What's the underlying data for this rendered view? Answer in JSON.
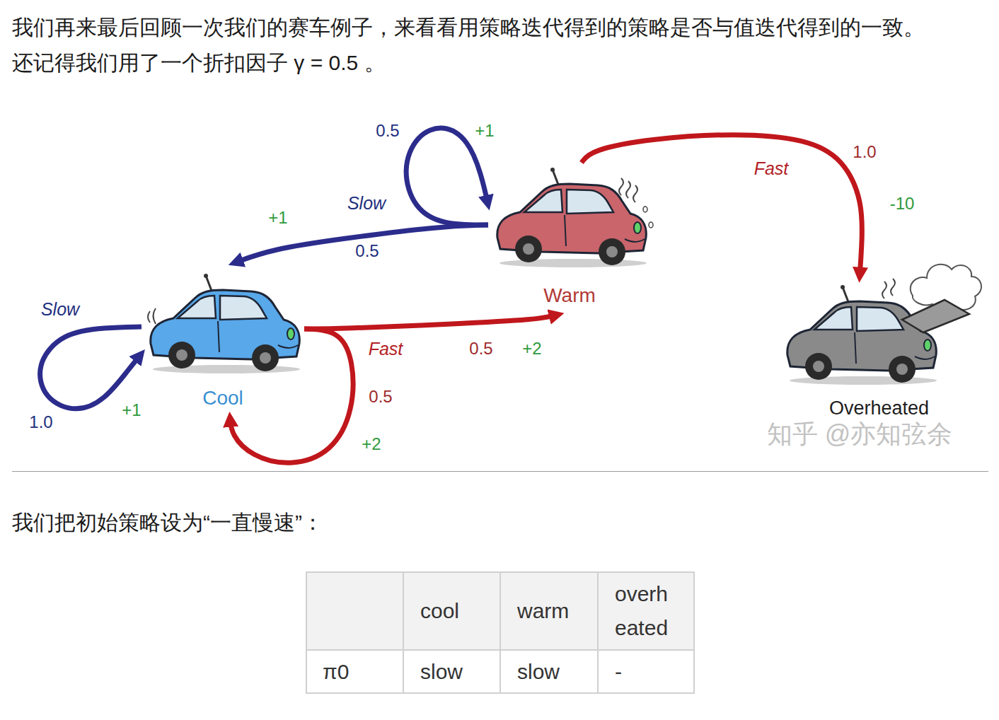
{
  "diagram": {
    "nodes": [
      {
        "text": [
          "Cool"
        ]
      },
      {
        "text": [
          "Warm"
        ]
      },
      {
        "text": [
          "Overheated"
        ]
      }
    ],
    "edges": [
      {
        "from": 0,
        "to": 0,
        "arrow": "to",
        "label": "Slow"
      },
      {
        "from": 0,
        "to": 1,
        "arrow": "to",
        "label": "Fast"
      },
      {
        "from": 0,
        "to": 0,
        "arrow": "to"
      },
      {
        "from": 1,
        "to": 1,
        "arrow": "to"
      },
      {
        "from": 1,
        "to": 0,
        "arrow": "to",
        "label": "Slow"
      },
      {
        "from": 1,
        "to": 2,
        "arrow": "to",
        "label": "Fast"
      }
    ],
    "labels": [
      "我们再来最后回顾一次我们的赛车例子，来看看用策略迭代得到的策略是否与值迭代得到的一致。",
      "还记得我们用了一个折扣因子 γ = 0.5 。",
      "0.5",
      "+1",
      "+1",
      "0.5",
      "0.5",
      "+2",
      "0.5",
      "+1",
      "1.0",
      "+2",
      "1.0",
      "-10",
      "知乎 @亦知弦余",
      "我们把初始策略设为“一直慢速”：",
      "cool",
      "warm",
      "overheated",
      "π0",
      "slow",
      "slow",
      "-"
    ]
  }
}
